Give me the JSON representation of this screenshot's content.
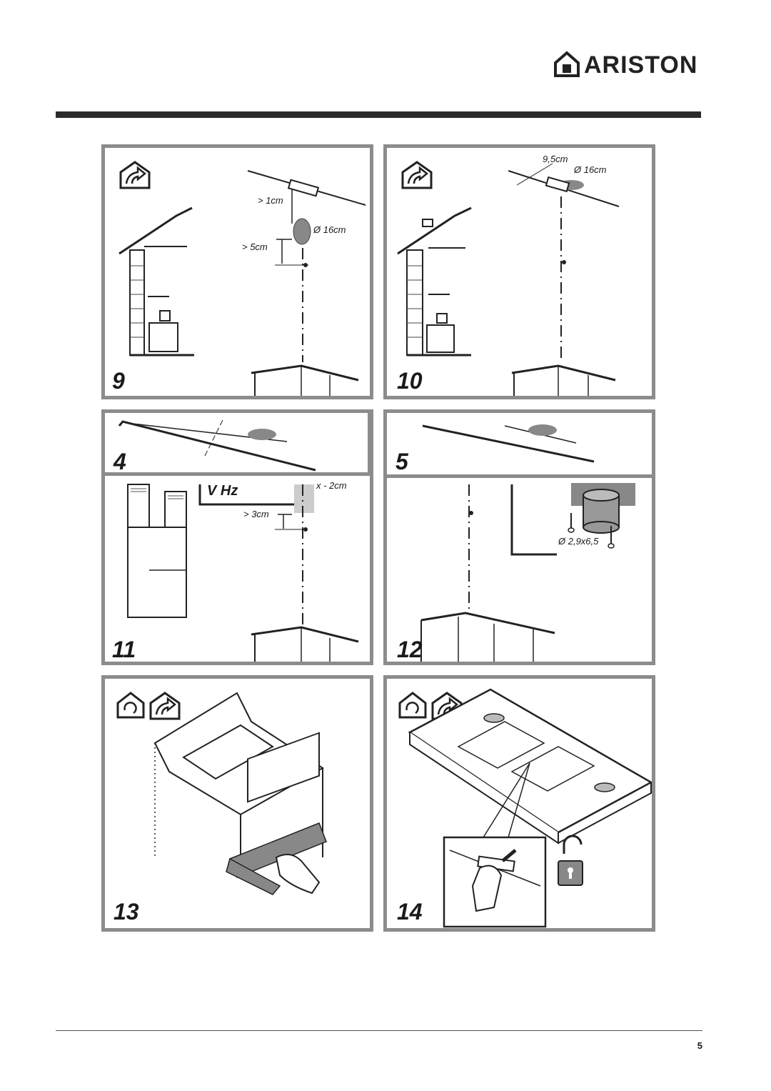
{
  "header": {
    "brand": "ARISTON"
  },
  "figures": [
    {
      "number": "9",
      "labels": {
        "gap_top": "> 1cm",
        "diameter": "Ø 16cm",
        "gap_bottom": "> 5cm"
      }
    },
    {
      "number": "10",
      "labels": {
        "distance": "9,5cm",
        "diameter": "Ø 16cm"
      }
    },
    {
      "number": "11",
      "labels": {
        "electrical": "V  Hz",
        "offset": "x - 2cm",
        "gap": "> 3cm"
      }
    },
    {
      "number": "12",
      "labels": {
        "screw": "Ø 2,9x6,5"
      }
    },
    {
      "number": "13"
    },
    {
      "number": "14"
    }
  ],
  "overlays": [
    {
      "number": "4"
    },
    {
      "number": "5"
    }
  ],
  "footer": {
    "page_number": "5"
  }
}
